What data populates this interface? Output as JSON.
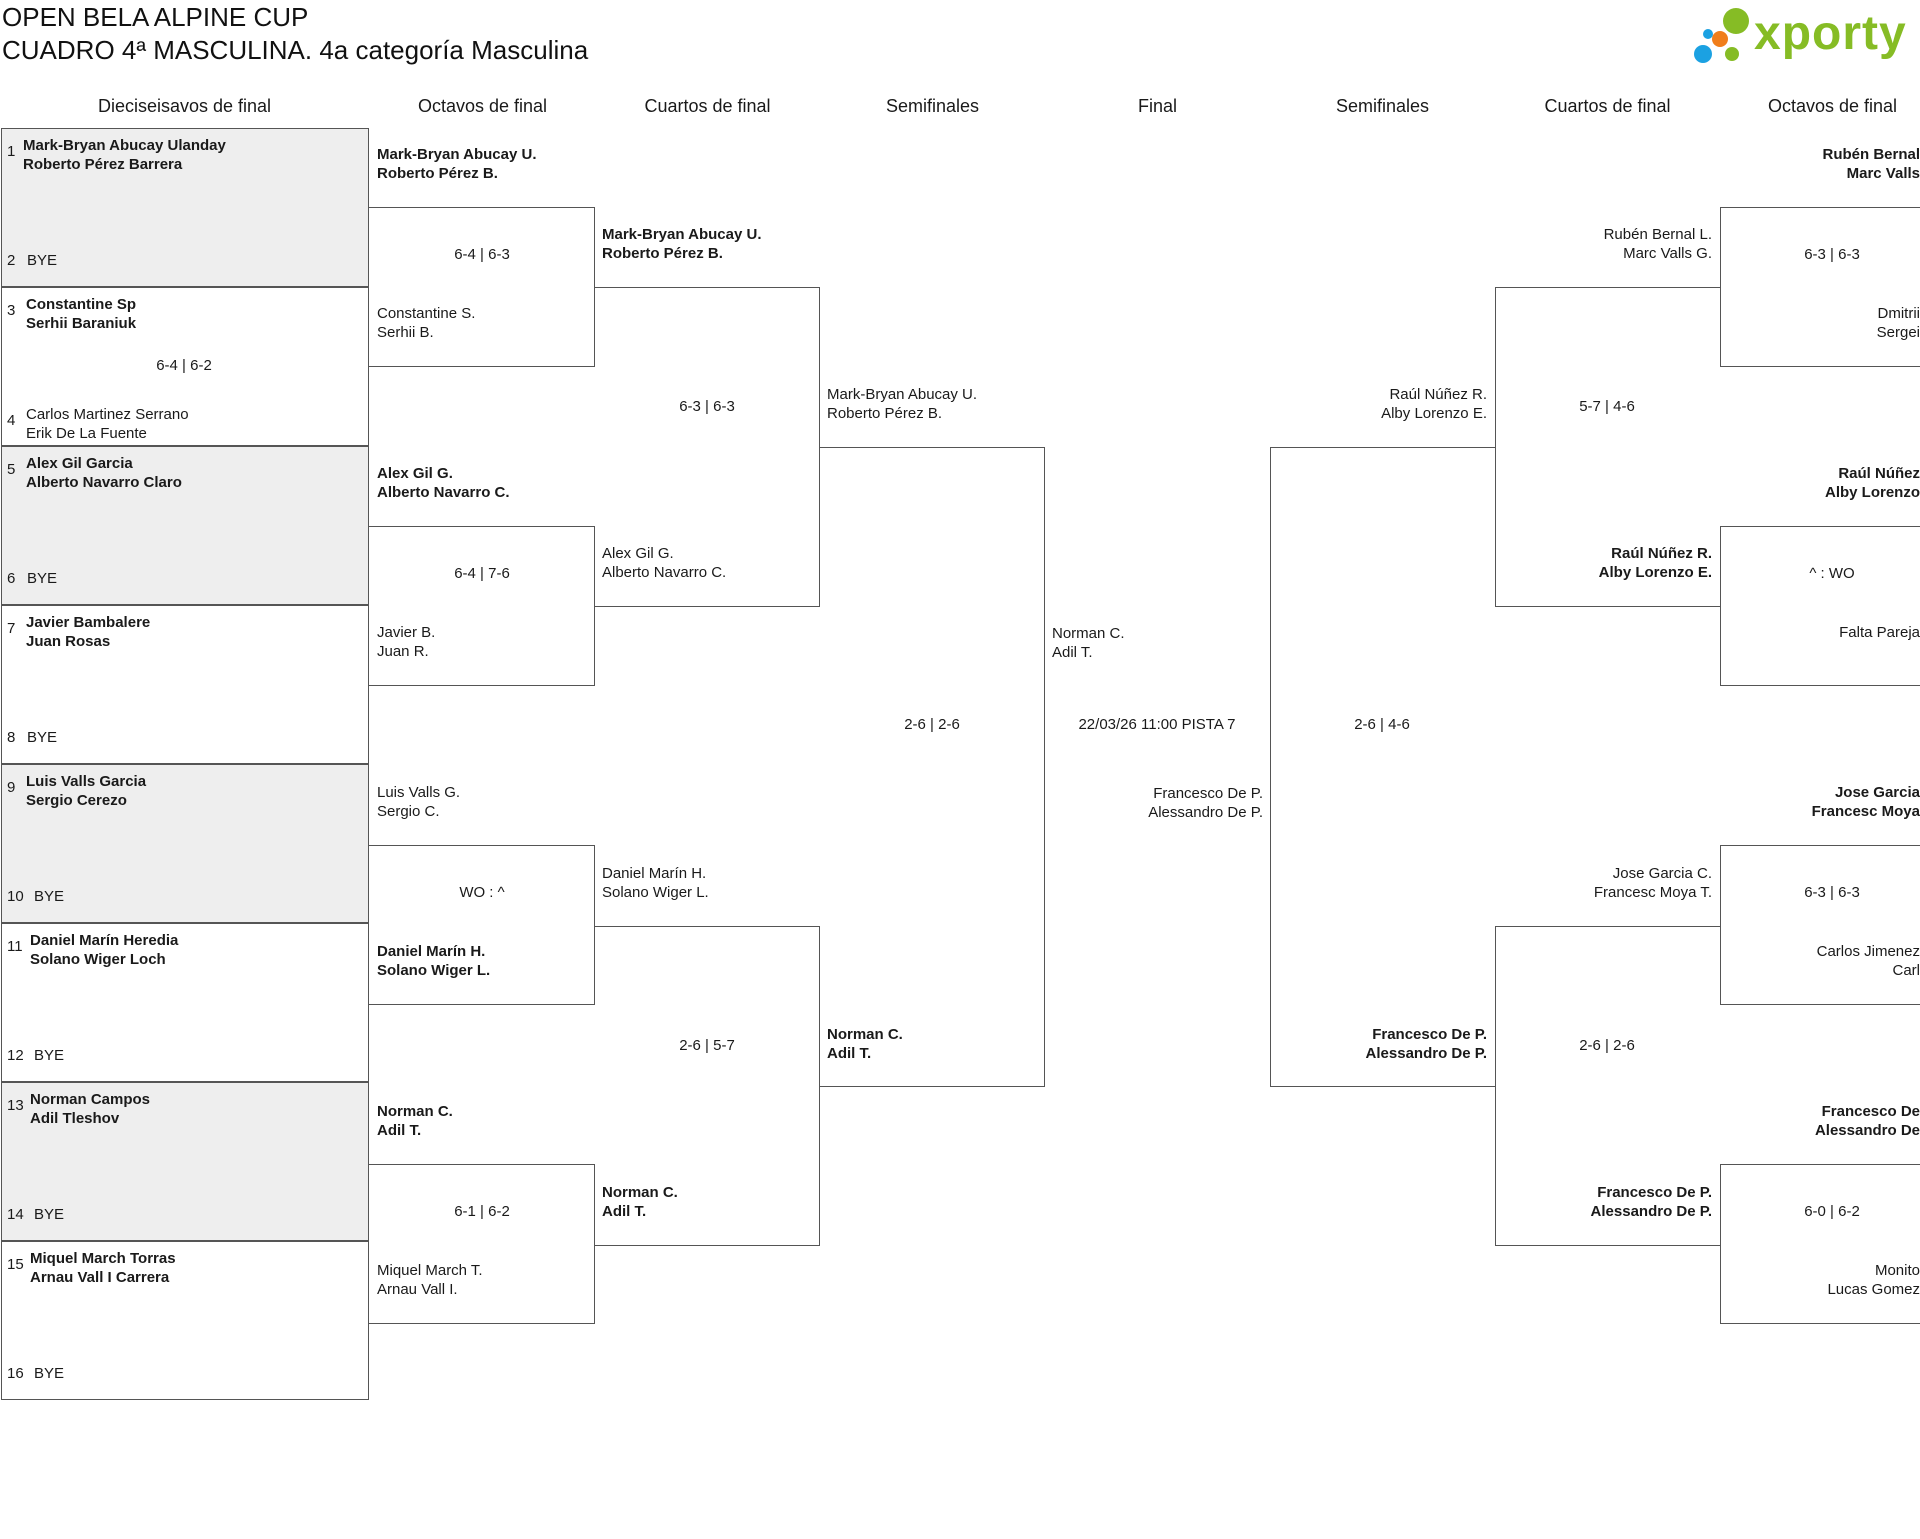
{
  "header": {
    "title": "OPEN BELA ALPINE CUP",
    "subtitle": "CUADRO 4ª MASCULINA. 4a categoría Masculina",
    "logo_text": "xporty",
    "logo_color": "#86bc25",
    "logo_dot_colors": [
      "#86bc25",
      "#f07e1b",
      "#1ba1e2",
      "#86bc25"
    ]
  },
  "rounds_left": [
    "Dieciseisavos de final",
    "Octavos de final",
    "Cuartos de final",
    "Semifinales",
    "Final"
  ],
  "rounds_right": [
    "Semifinales",
    "Cuartos de final",
    "Octavos de final"
  ],
  "seeds": [
    {
      "num": "1",
      "line1": "Mark-Bryan Abucay Ulanday",
      "line2": "Roberto Pérez Barrera",
      "winner": true
    },
    {
      "num": "2",
      "line1": "BYE",
      "line2": "",
      "winner": false
    },
    {
      "num": "3",
      "line1": "Constantine Sp",
      "line2": "Serhii Baraniuk",
      "winner": true
    },
    {
      "num": "4",
      "line1": "Carlos Martinez Serrano",
      "line2": "Erik De La Fuente",
      "winner": false
    },
    {
      "num": "5",
      "line1": "Alex Gil Garcia",
      "line2": "Alberto Navarro Claro",
      "winner": true
    },
    {
      "num": "6",
      "line1": "BYE",
      "line2": "",
      "winner": false
    },
    {
      "num": "7",
      "line1": "Javier Bambalere",
      "line2": "Juan Rosas",
      "winner": true
    },
    {
      "num": "8",
      "line1": "BYE",
      "line2": "",
      "winner": false
    },
    {
      "num": "9",
      "line1": "Luis Valls Garcia",
      "line2": "Sergio Cerezo",
      "winner": true
    },
    {
      "num": "10",
      "line1": "BYE",
      "line2": "",
      "winner": false
    },
    {
      "num": "11",
      "line1": "Daniel Marín Heredia",
      "line2": "Solano Wiger Loch",
      "winner": true
    },
    {
      "num": "12",
      "line1": "BYE",
      "line2": "",
      "winner": false
    },
    {
      "num": "13",
      "line1": "Norman Campos",
      "line2": "Adil Tleshov",
      "winner": true
    },
    {
      "num": "14",
      "line1": "BYE",
      "line2": "",
      "winner": false
    },
    {
      "num": "15",
      "line1": "Miquel March Torras",
      "line2": "Arnau Vall I Carrera",
      "winner": true
    },
    {
      "num": "16",
      "line1": "BYE",
      "line2": "",
      "winner": false
    }
  ],
  "r16_score": "6-4 | 6-2",
  "left_octavos": [
    {
      "line1": "Mark-Bryan Abucay U.",
      "line2": "Roberto Pérez B.",
      "winner": true
    },
    {
      "line1": "Constantine S.",
      "line2": "Serhii B.",
      "winner": false
    },
    {
      "line1": "Alex Gil G.",
      "line2": "Alberto Navarro C.",
      "winner": true
    },
    {
      "line1": "Javier B.",
      "line2": "Juan R.",
      "winner": false
    },
    {
      "line1": "Luis Valls G.",
      "line2": "Sergio C.",
      "winner": false
    },
    {
      "line1": "Daniel Marín H.",
      "line2": "Solano Wiger L.",
      "winner": true
    },
    {
      "line1": "Norman C.",
      "line2": "Adil T.",
      "winner": true
    },
    {
      "line1": "Miquel March T.",
      "line2": "Arnau Vall I.",
      "winner": false
    }
  ],
  "left_octavos_scores": [
    "6-4 | 6-3",
    "6-4 | 7-6",
    "WO : ^",
    "6-1 | 6-2"
  ],
  "left_cuartos": [
    {
      "line1": "Mark-Bryan Abucay U.",
      "line2": "Roberto Pérez B.",
      "winner": true
    },
    {
      "line1": "Alex Gil G.",
      "line2": "Alberto Navarro C.",
      "winner": false
    },
    {
      "line1": "Daniel Marín H.",
      "line2": "Solano Wiger L.",
      "winner": false
    },
    {
      "line1": "Norman C.",
      "line2": "Adil T.",
      "winner": true
    }
  ],
  "left_cuartos_scores": [
    "6-3 | 6-3",
    "2-6 | 5-7"
  ],
  "left_semis": [
    {
      "line1": "Mark-Bryan Abucay U.",
      "line2": "Roberto Pérez B.",
      "winner": false
    },
    {
      "line1": "Norman C.",
      "line2": "Adil T.",
      "winner": true
    }
  ],
  "left_semis_score": "2-6 | 2-6",
  "final": {
    "top_line1": "Norman C.",
    "top_line2": "Adil T.",
    "schedule": "22/03/26 11:00 PISTA 7",
    "bottom_line1": "Francesco De P.",
    "bottom_line2": "Alessandro De P."
  },
  "right_semis": [
    {
      "line1": "Raúl Núñez R.",
      "line2": "Alby Lorenzo E.",
      "winner": false
    },
    {
      "line1": "Francesco De P.",
      "line2": "Alessandro De P.",
      "winner": true
    }
  ],
  "right_semis_score": "2-6 | 4-6",
  "right_cuartos": [
    {
      "line1": "Rubén Bernal L.",
      "line2": "Marc Valls G.",
      "winner": false
    },
    {
      "line1": "Raúl Núñez R.",
      "line2": "Alby Lorenzo E.",
      "winner": true
    },
    {
      "line1": "Jose Garcia C.",
      "line2": "Francesc Moya T.",
      "winner": false
    },
    {
      "line1": "Francesco De P.",
      "line2": "Alessandro De P.",
      "winner": true
    }
  ],
  "right_cuartos_scores": [
    "5-7 | 4-6",
    "2-6 | 2-6"
  ],
  "right_octavos": [
    {
      "line1": "Rubén Bernal",
      "line2": "Marc Valls",
      "winner": true
    },
    {
      "line1": "Dmitrii",
      "line2": "Sergei",
      "winner": false
    },
    {
      "line1": "Raúl Núñez",
      "line2": "Alby Lorenzo",
      "winner": true
    },
    {
      "line1": "Falta Pareja",
      "line2": "",
      "winner": false
    },
    {
      "line1": "Jose Garcia",
      "line2": "Francesc Moya",
      "winner": true
    },
    {
      "line1": "Carlos Jimenez",
      "line2": "Carl",
      "winner": false
    },
    {
      "line1": "Francesco De",
      "line2": "Alessandro De",
      "winner": true
    },
    {
      "line1": "Monito",
      "line2": "Lucas Gomez",
      "winner": false
    }
  ],
  "right_octavos_scores": [
    "6-3 | 6-3",
    "^ : WO",
    "6-3 | 6-3",
    "6-0 | 6-2"
  ]
}
